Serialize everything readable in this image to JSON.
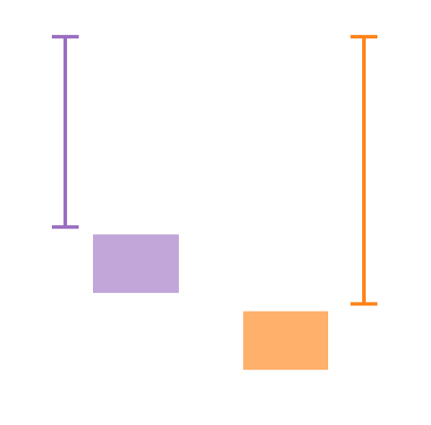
{
  "chart_data": {
    "type": "bar",
    "grid": false,
    "legend": "none",
    "ylim": [
      0,
      10
    ],
    "series": [
      {
        "color_box": "#c2a5d9",
        "color_whisker": "#9a6fc1",
        "box_low": 2.9,
        "box_high": 4.5,
        "whisker_low": 4.7,
        "whisker_high": 9.9
      },
      {
        "color_box": "#ffb06b",
        "color_whisker": "#ff8419",
        "box_low": 0.8,
        "box_high": 2.4,
        "whisker_low": 2.6,
        "whisker_high": 9.9
      }
    ]
  }
}
